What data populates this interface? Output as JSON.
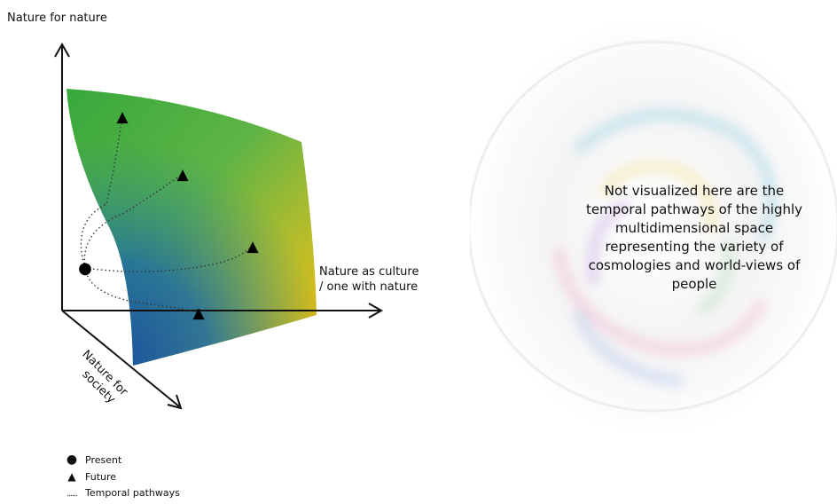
{
  "diagram": {
    "axes": {
      "y": "Nature for nature",
      "x_line1": "Nature as culture",
      "x_line2": "/ one with nature",
      "z_line1": "Nature for",
      "z_line2": "society"
    },
    "present_point": "●",
    "future_points": [
      "▲",
      "▲",
      "▲",
      "▲"
    ],
    "gradient_colors": {
      "green": "#3aa73d",
      "blue": "#1a5fa6",
      "yellow": "#f0b80c"
    }
  },
  "legend": [
    {
      "symbol": "●",
      "label": "Present"
    },
    {
      "symbol": "▲",
      "label": "Future"
    },
    {
      "symbol": "......",
      "label": "Temporal pathways"
    }
  ],
  "panel": {
    "text": "Not visualized here are the temporal pathways of the highly multidimensional space representing the variety of cosmologies and world-views of people"
  }
}
